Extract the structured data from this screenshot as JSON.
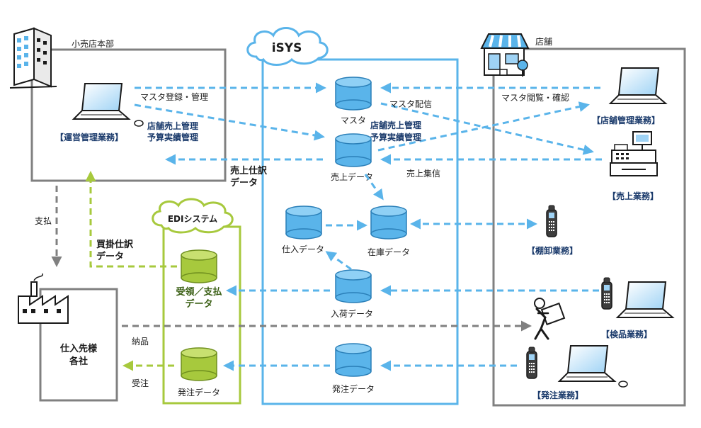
{
  "sections": {
    "hq": "小売店本部",
    "isys": "iSYS",
    "store": "店舗",
    "edi": "EDIシステム",
    "supplier_line1": "仕入先様",
    "supplier_line2": "各社"
  },
  "roles": {
    "ops": "【運営管理業務】",
    "store_mgmt": "【店舗管理業務】",
    "sales": "【売上業務】",
    "inventory": "【棚卸業務】",
    "inspection": "【検品業務】",
    "ordering": "【発注業務】"
  },
  "databases": {
    "master": "マスタ",
    "sales_data": "売上データ",
    "purchase_data": "仕入データ",
    "stock_data": "在庫データ",
    "arrival_data": "入荷データ",
    "order_data": "発注データ",
    "receipt_line1": "受領／支払",
    "receipt_line2": "データ",
    "edi_order_data": "発注データ"
  },
  "flows": {
    "master_reg": "マスタ登録・管理",
    "hq_sales_mgmt_1": "店舗売上管理",
    "hq_sales_mgmt_2": "予算実績管理",
    "isys_sales_mgmt_1": "店舗売上管理",
    "isys_sales_mgmt_2": "予算実績管理",
    "sales_journal_1": "売上仕訳",
    "sales_journal_2": "データ",
    "master_dist": "マスタ配信",
    "master_view": "マスタ閲覧・確認",
    "sales_collect": "売上集信",
    "payment": "支払",
    "ap_journal_1": "買掛仕訳",
    "ap_journal_2": "データ",
    "delivery": "納品",
    "order_receive": "受注"
  },
  "colors": {
    "isys_blue": "#5ab4ea",
    "edi_green": "#a7c93d",
    "gray": "#808080",
    "text_blue": "#1a3a6b"
  },
  "icons": {
    "hq": "office-building-icon",
    "store": "storefront-icon",
    "supplier": "factory-icon",
    "laptop": "laptop-icon",
    "pos": "pos-register-icon",
    "handheld": "handheld-scanner-icon",
    "worker": "delivery-worker-icon"
  }
}
